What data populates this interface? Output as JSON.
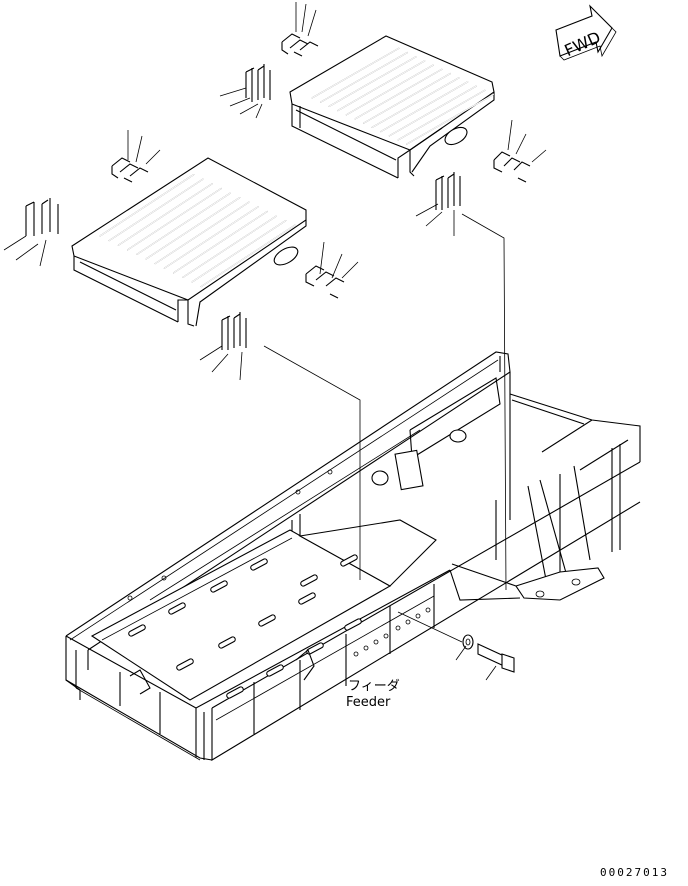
{
  "diagram": {
    "direction_label": "FWD",
    "feeder_label_jp": "フィーダ",
    "feeder_label_en": "Feeder",
    "figure_number": "00027013"
  },
  "colors": {
    "line": "#000000",
    "background": "#ffffff"
  }
}
